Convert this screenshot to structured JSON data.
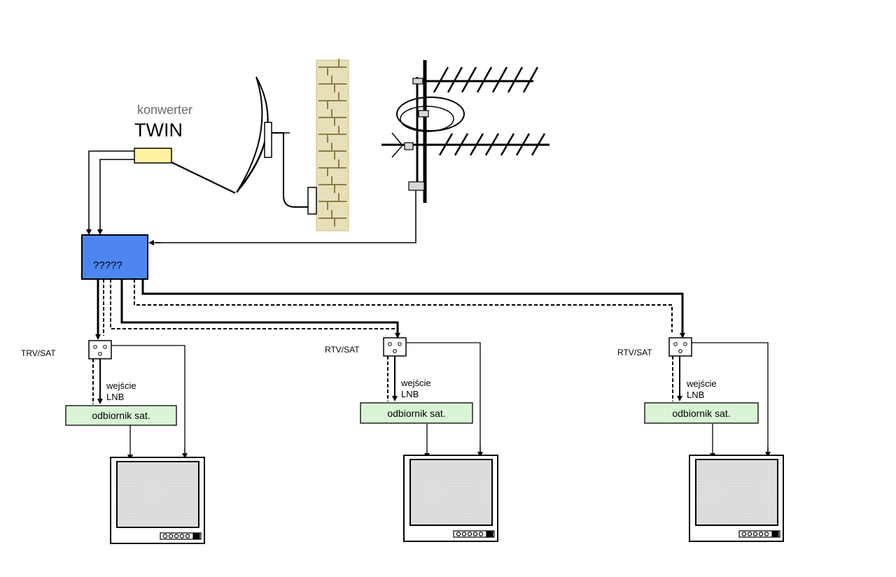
{
  "converter": {
    "caption": "konwerter",
    "type": "TWIN"
  },
  "splitter_box": {
    "label": "?????"
  },
  "outlets": [
    {
      "socket_label": "TRV/SAT",
      "input_label_line1": "wejście",
      "input_label_line2": "LNB",
      "receiver_label": "odbiornik sat."
    },
    {
      "socket_label": "RTV/SAT",
      "input_label_line1": "wejście",
      "input_label_line2": "LNB",
      "receiver_label": "odbiornik sat."
    },
    {
      "socket_label": "RTV/SAT",
      "input_label_line1": "wejście",
      "input_label_line2": "LNB",
      "receiver_label": "odbiornik sat."
    }
  ],
  "colors": {
    "splitter_fill": "#4d86f0",
    "receiver_fill": "#d9f5d6",
    "lnb_fill": "#fff2a0",
    "wall_fill": "#e6dfb8",
    "screen_fill": "#dcdcdc"
  }
}
